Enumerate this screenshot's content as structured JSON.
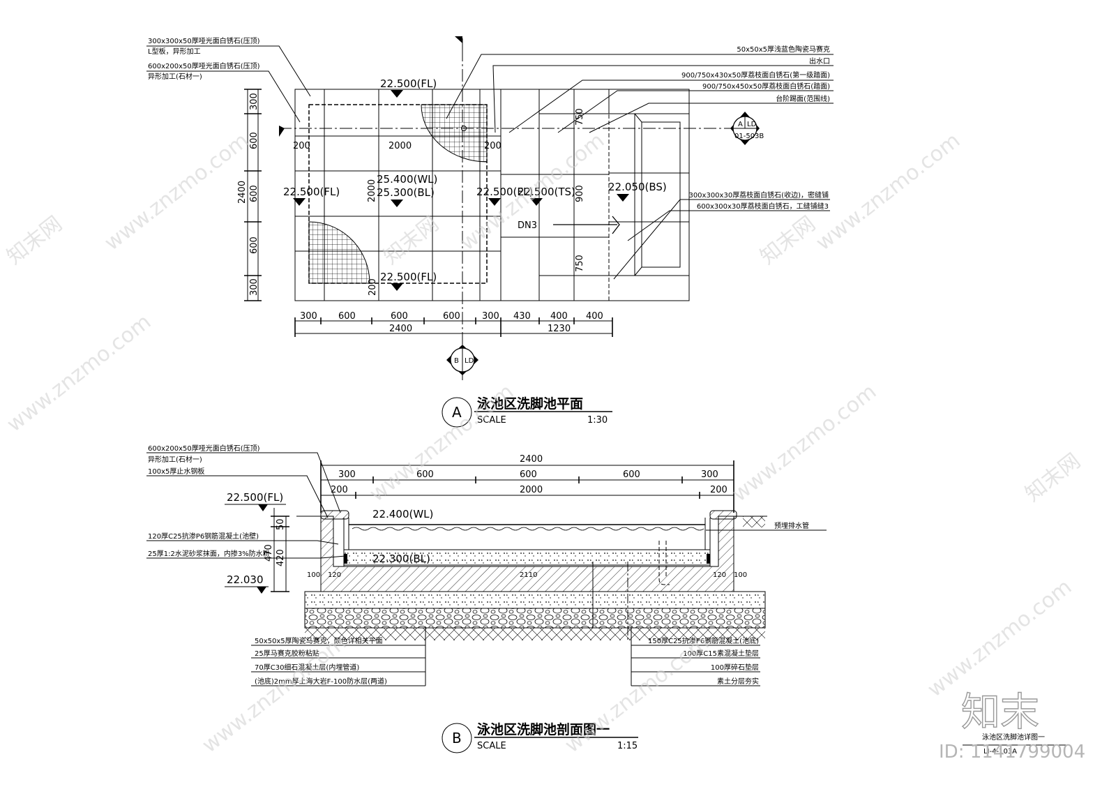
{
  "plan": {
    "callouts_left": [
      {
        "line1": "300x300x50厚哑光面白锈石(压顶)",
        "line2": "L型板，异形加工"
      },
      {
        "line1": "600x200x50厚哑光面白锈石(压顶)",
        "line2": "异形加工(石材一)"
      }
    ],
    "callouts_right": [
      "50x50x5厚浅蓝色陶瓷马赛克",
      "出水口",
      "900/750x430x50厚荔枝面白锈石(第一级踏面)",
      "900/750x450x50厚荔枝面白锈石(踏面)",
      "台阶踢面(范围线)"
    ],
    "callouts_right_lower": [
      "300x300x30厚荔枝面白锈石(收边)，密缝铺",
      "600x300x30厚荔枝面白锈石，工缝铺缝3"
    ],
    "levels": {
      "fl_top": "22.500(FL)",
      "fl_bottom": "22.500(FL)",
      "fl_left": "22.500(FL)",
      "fl_right": "22.500(FL)",
      "ts": "22.500(TS)",
      "wl": "25.400(WL)",
      "bl": "25.300(BL)",
      "bs": "22.050(BS)"
    },
    "dims_left": [
      "300",
      "600",
      "600",
      "600",
      "300"
    ],
    "dim_left_total": "2400",
    "dims_bottom": [
      "300",
      "600",
      "600",
      "600",
      "300",
      "430",
      "400",
      "400"
    ],
    "dim_bottom_total_a": "2400",
    "dim_bottom_total_b": "1230",
    "inner_dims": {
      "left": "200",
      "mid": "2000",
      "right": "200",
      "vert": "2000",
      "bot": "200"
    },
    "step_dims": [
      "750",
      "900",
      "750"
    ],
    "pipe": "DN3",
    "section_mark_a": {
      "letter": "A",
      "code": "LD",
      "ref": "01-503B"
    },
    "section_mark_b": {
      "letter": "B",
      "code": "LD"
    },
    "title": {
      "letter": "A",
      "name": "泳池区洗脚池平面",
      "scale_label": "SCALE",
      "scale": "1:30"
    }
  },
  "section": {
    "callouts_left_top": [
      {
        "line1": "600x200x50厚哑光面白锈石(压顶)",
        "line2": "异形加工(石材一)"
      },
      {
        "line1": "100x5厚止水钢板",
        "line2": ""
      }
    ],
    "level_fl": "22.500(FL)",
    "level_base": "22.030",
    "level_wl": "22.400(WL)",
    "level_bl": "22.300(BL)",
    "callouts_left_mid": [
      "120厚C25抗渗P6钢筋混凝土(池壁)",
      "25厚1:2水泥砂浆抹面，内掺3%防水粉"
    ],
    "drain_label": "预埋排水管",
    "top_dims": [
      "300",
      "600",
      "600",
      "600",
      "300"
    ],
    "top_total": "2400",
    "inner_dims": [
      "200",
      "2000",
      "200"
    ],
    "side_dims": [
      "50",
      "470",
      "420"
    ],
    "bottom_dims": [
      "100",
      "120",
      "2110",
      "120",
      "100"
    ],
    "callouts_bottom_left": [
      "50x50x5厚陶瓷马赛克，颜色详相关平面",
      "25厚马赛克胶粉粘贴",
      "70厚C30细石混凝土层(内埋管道)",
      "(池底)2mm厚上海大岩F-100防水层(两道)"
    ],
    "callouts_bottom_right": [
      "150厚C25抗渗P6钢筋混凝土(池底)",
      "100厚C15素混凝土垫层",
      "100厚碎石垫层",
      "素土分层夯实"
    ],
    "title": {
      "letter": "B",
      "name": "泳池区洗脚池剖面图一",
      "scale_label": "SCALE",
      "scale": "1:15"
    }
  },
  "watermark": {
    "site": "www.znzmo.com",
    "brand": "知末网",
    "logo": "知末",
    "id": "ID: 1141799004",
    "sheet_name": "泳池区洗脚池详图一",
    "sheet_no": "LI-4-103A"
  }
}
